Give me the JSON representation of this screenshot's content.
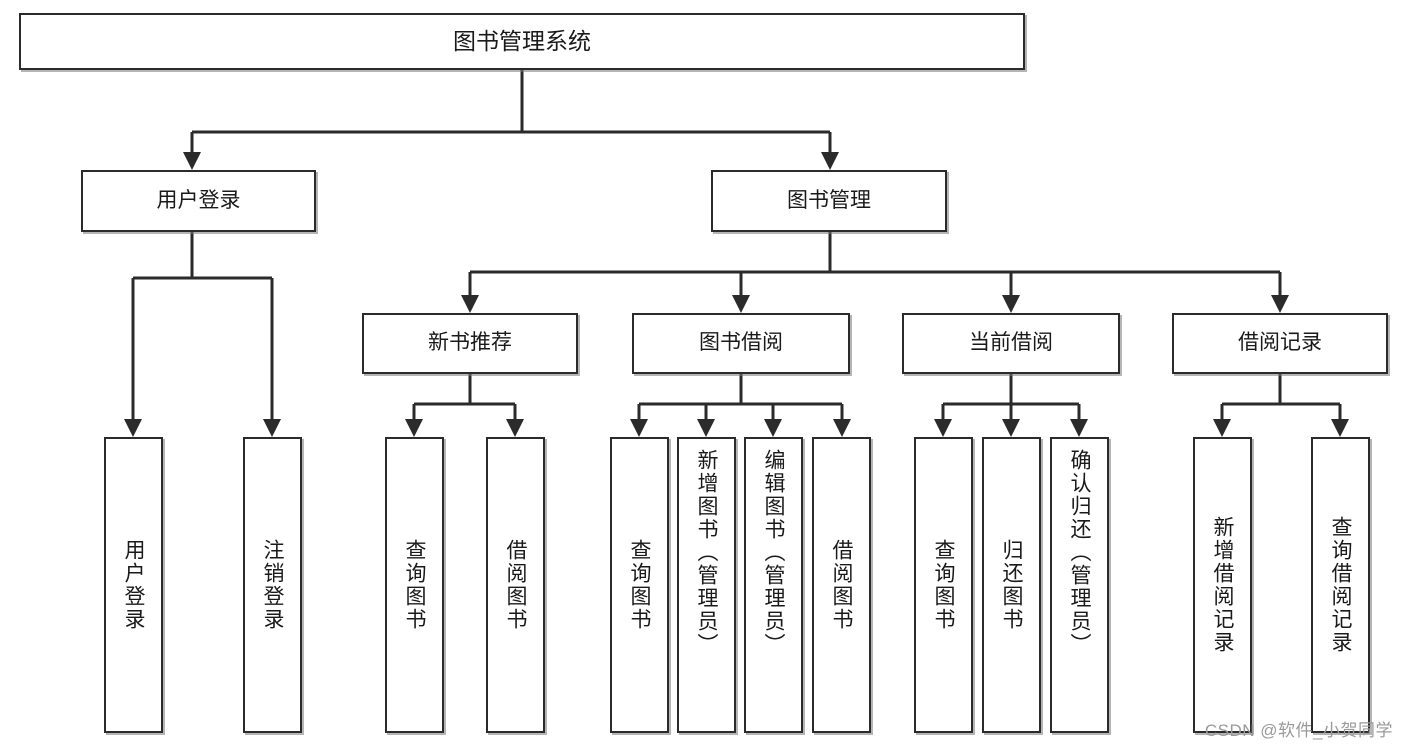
{
  "diagram": {
    "title": "图书管理系统",
    "type": "tree-hierarchy-diagram",
    "colors": {
      "stroke": "#2b2b2b",
      "fill": "#ffffff",
      "text": "#1a1a1a",
      "watermark": "#9a9a9a"
    },
    "root": {
      "label": "图书管理系统"
    },
    "level2": [
      {
        "label": "用户登录"
      },
      {
        "label": "图书管理"
      }
    ],
    "level3": [
      {
        "label": "新书推荐"
      },
      {
        "label": "图书借阅"
      },
      {
        "label": "当前借阅"
      },
      {
        "label": "借阅记录"
      }
    ],
    "leaves": {
      "user_login": [
        {
          "label": "用户登录"
        },
        {
          "label": "注销登录"
        }
      ],
      "new_book_recommend": [
        {
          "label": "查询图书"
        },
        {
          "label": "借阅图书"
        }
      ],
      "book_borrow": [
        {
          "label": "查询图书"
        },
        {
          "label": "新增图书（管理员）"
        },
        {
          "label": "编辑图书（管理员）"
        },
        {
          "label": "借阅图书"
        }
      ],
      "current_borrow": [
        {
          "label": "查询图书"
        },
        {
          "label": "归还图书"
        },
        {
          "label": "确认归还（管理员）"
        }
      ],
      "borrow_record": [
        {
          "label": "新增借阅记录"
        },
        {
          "label": "查询借阅记录"
        }
      ]
    }
  },
  "watermark": {
    "text": "CSDN @软件_小贺同学"
  }
}
